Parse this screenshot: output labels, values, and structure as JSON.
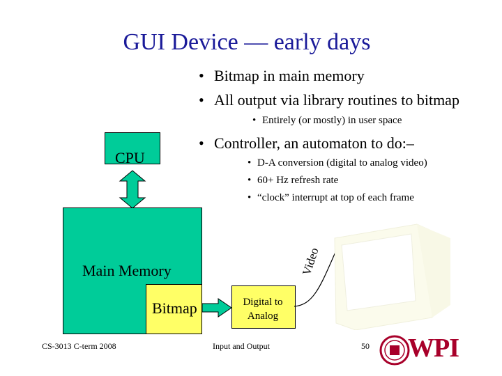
{
  "slide": {
    "title": "GUI Device — early days",
    "bullets": [
      "Bitmap in main memory",
      "All output via library routines to bitmap"
    ],
    "sub_bullet_1": "Entirely (or mostly) in user space",
    "bullet_controller": "Controller, an automaton to do:–",
    "controller_items": [
      "D-A conversion (digital to analog video)",
      "60+ Hz refresh rate",
      "“clock” interrupt at top of each frame"
    ]
  },
  "diagram": {
    "cpu_label": "CPU",
    "main_memory_label": "Main Memory",
    "bitmap_label": "Bitmap",
    "dac_line1": "Digital to",
    "dac_line2": "Analog",
    "video_label": "Video"
  },
  "footer": {
    "left": "CS-3013 C-term 2008",
    "center": "Input and Output",
    "page_number": "50",
    "logo_text": "WPI"
  },
  "colors": {
    "title": "#1a1a99",
    "component_green": "#00cc99",
    "component_yellow": "#ffff66",
    "wpi_red": "#a8002a"
  }
}
